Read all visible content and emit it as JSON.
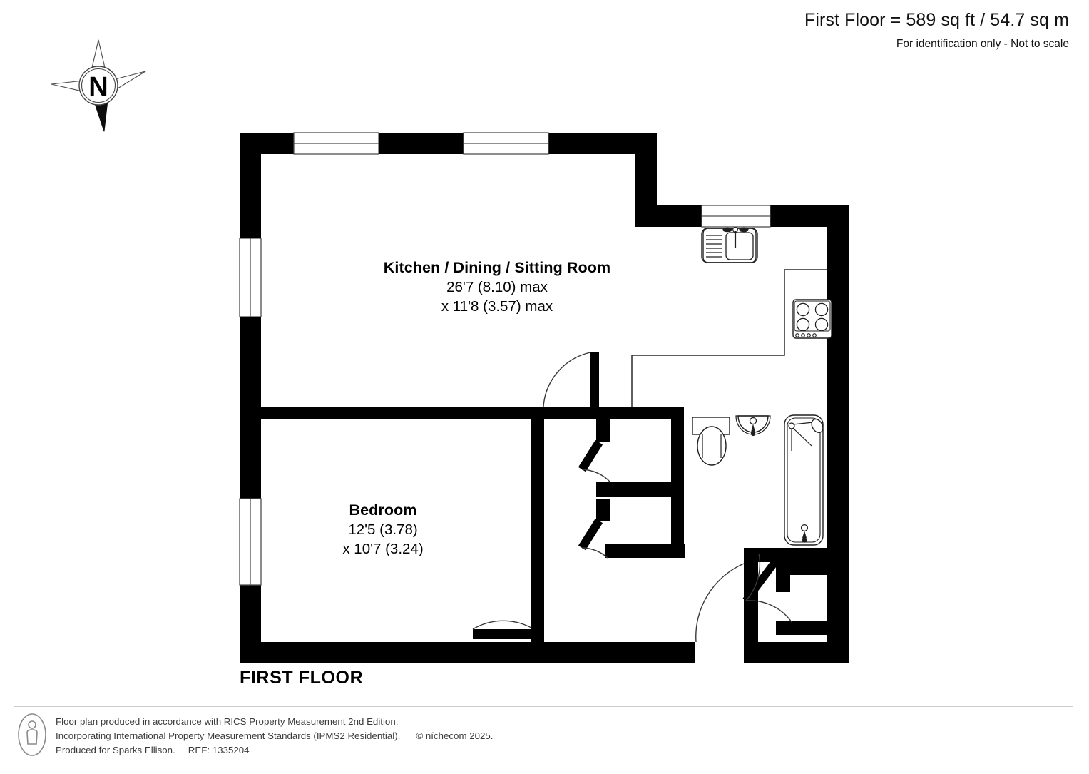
{
  "header": {
    "area_title": "First Floor = 589 sq ft / 54.7 sq m",
    "disclaimer": "For identification only - Not to scale"
  },
  "compass": {
    "label": "N",
    "icon": "compass-north-star"
  },
  "plan": {
    "floor_label": "FIRST FLOOR",
    "rooms": [
      {
        "id": "kitchen",
        "name": "Kitchen / Dining / Sitting Room",
        "dim_line_1": "26'7 (8.10) max",
        "dim_line_2": "x 11'8 (3.57) max"
      },
      {
        "id": "bedroom",
        "name": "Bedroom",
        "dim_line_1": "12'5 (3.78)",
        "dim_line_2": "x 10'7 (3.24)"
      }
    ],
    "fixtures": [
      "kitchen-sink",
      "kitchen-hob",
      "toilet",
      "washbasin",
      "bath-with-shower"
    ],
    "openings": [
      "window-top-left",
      "window-top-right",
      "window-right-kitchen",
      "window-left-upper",
      "window-left-lower",
      "door-kitchen-hall",
      "door-bedroom",
      "door-cupboard-upper",
      "door-cupboard-lower",
      "door-entrance",
      "door-bathroom"
    ],
    "colors": {
      "wall": "#000000",
      "fixture_line": "#1a1a1a",
      "window_line": "#555555",
      "background": "#ffffff"
    }
  },
  "footer": {
    "line1": "Floor plan produced in accordance with RICS Property Measurement 2nd Edition,",
    "line2": "Incorporating International Property Measurement Standards (IPMS2 Residential).",
    "copyright": "© níchecom 2025.",
    "line3": "Produced for Sparks Ellison.",
    "reference": "REF: 1335204",
    "icon": "person-in-ellipse-icon"
  }
}
